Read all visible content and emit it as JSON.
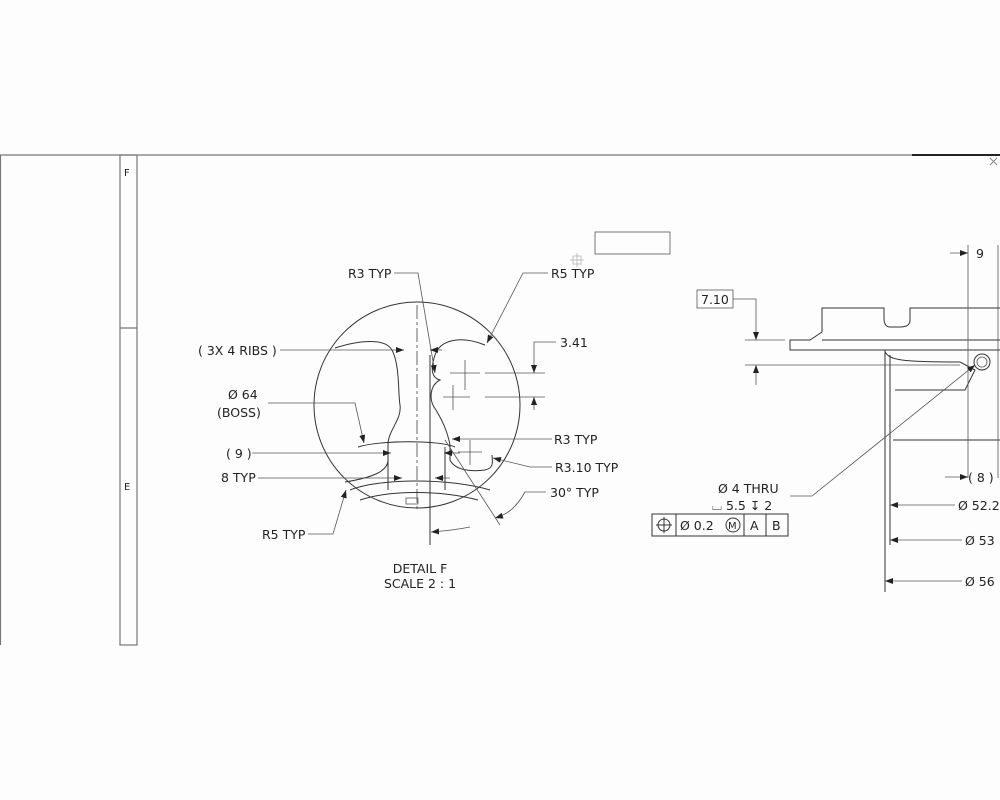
{
  "frame": {
    "zones": [
      "F",
      "E"
    ],
    "close_icon": "close-icon"
  },
  "detail": {
    "callouts": {
      "r3_typ_top": "R3 TYP",
      "r5_typ_top": "R5 TYP",
      "ribs": "( 3X 4 RIBS )",
      "dim_341": "3.41",
      "boss_dia": "Ø 64",
      "boss": "(BOSS)",
      "dim_9": "( 9 )",
      "typ_8": "8 TYP",
      "r3_typ_mid": "R3 TYP",
      "r310_typ": "R3.10 TYP",
      "angle_30": "30° TYP",
      "r5_typ_bottom": "R5 TYP"
    },
    "title": "DETAIL F",
    "scale": "SCALE 2 : 1"
  },
  "section": {
    "dim_9": "9",
    "basic_710": "7.10",
    "hole_note": "Ø 4 THRU",
    "hole_depth": "⌴ 5.5 ↧ 2",
    "fcf": {
      "symbol": "⌖",
      "tolerance": "Ø 0.2",
      "modifier": "M",
      "datum_a": "A",
      "datum_b": "B"
    },
    "dim_8": "( 8 )",
    "dia_522": "Ø 52.2",
    "dia_53": "Ø 53",
    "dia_56": "Ø 56"
  }
}
